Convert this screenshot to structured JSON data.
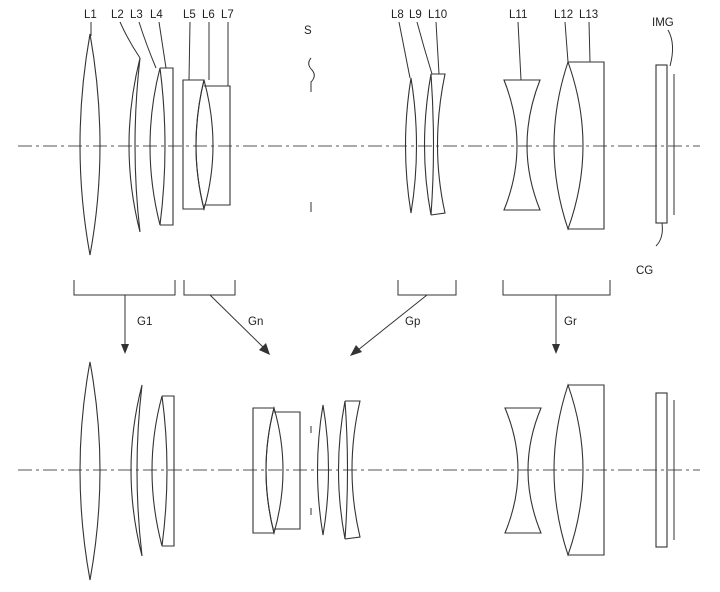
{
  "labels": {
    "L1": "L1",
    "L2": "L2",
    "L3": "L3",
    "L4": "L4",
    "L5": "L5",
    "L6": "L6",
    "L7": "L7",
    "S": "S",
    "L8": "L8",
    "L9": "L9",
    "L10": "L10",
    "L11": "L11",
    "L12": "L12",
    "L13": "L13",
    "IMG": "IMG",
    "CG": "CG"
  },
  "groups": {
    "G1": "G1",
    "Gn": "Gn",
    "Gp": "Gp",
    "Gr": "Gr"
  }
}
